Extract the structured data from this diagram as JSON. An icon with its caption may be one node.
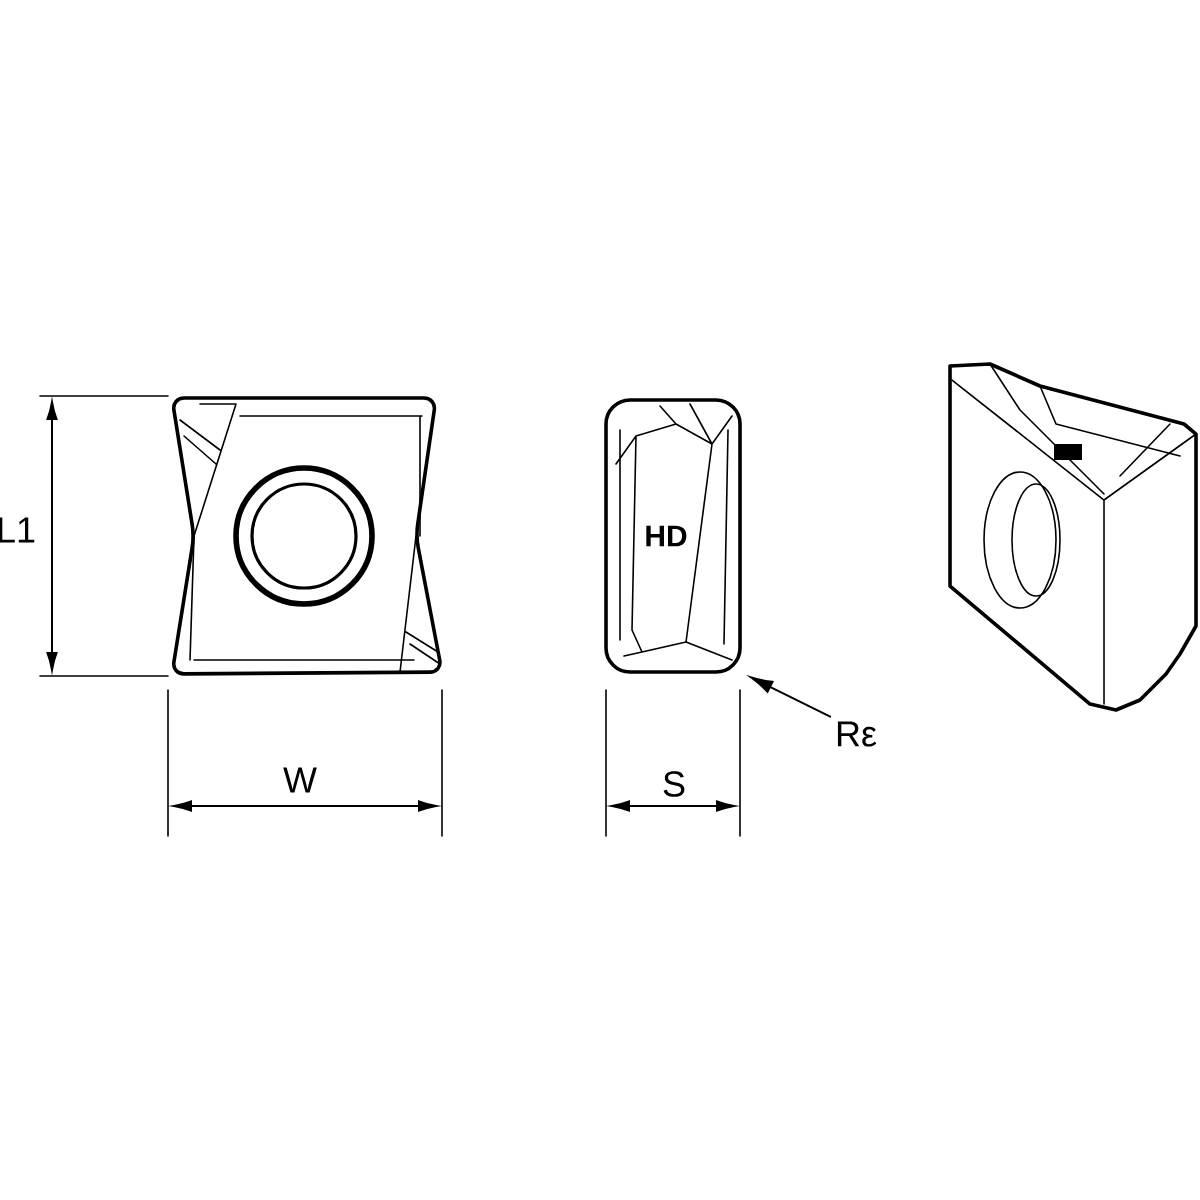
{
  "diagram": {
    "nodes": [
      {
        "text": [
          "Rε"
        ]
      },
      {
        "text": [],
        "shape": "picture"
      }
    ],
    "edges": [
      {
        "from": 0,
        "to": 1,
        "arrow": "to"
      }
    ],
    "labels": [
      "L1",
      "HD",
      "W",
      "S"
    ]
  }
}
